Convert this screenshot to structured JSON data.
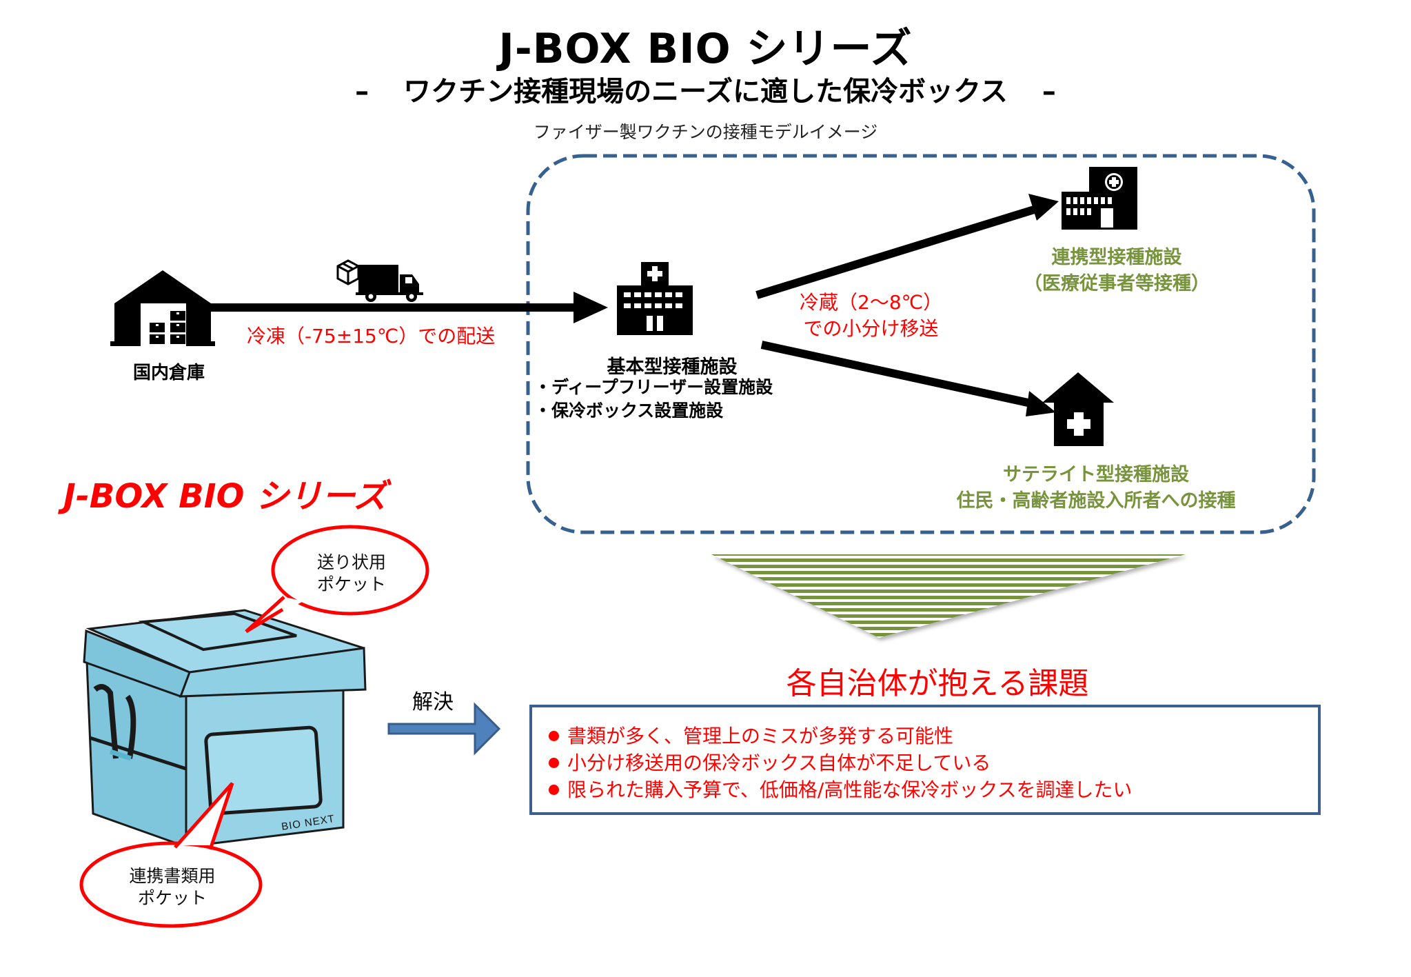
{
  "header": {
    "title": "J-BOX BIO シリーズ",
    "subtitle_dash_left": "–",
    "subtitle": "ワクチン接種現場のニーズに適した保冷ボックス",
    "subtitle_dash_right": "–",
    "caption": "ファイザー製ワクチンの接種モデルイメージ"
  },
  "flow": {
    "warehouse": {
      "icon": "warehouse-icon",
      "label": "国内倉庫"
    },
    "transport": {
      "icons": [
        "package-icon",
        "truck-icon"
      ],
      "label": "冷凍（-75±15℃）での配送"
    },
    "hub": {
      "icon": "hospital-icon",
      "title": "基本型接種施設",
      "items": [
        "・ディープフリーザー設置施設",
        "・保冷ボックス設置施設"
      ]
    },
    "chill_transfer": {
      "line1": "冷蔵（2〜8℃）",
      "line2": "での小分け移送"
    },
    "linked_facility": {
      "icon": "clinic-icon",
      "line1": "連携型接種施設",
      "line2": "（医療従事者等接種）"
    },
    "satellite_facility": {
      "icon": "medical-house-icon",
      "line1": "サテライト型接種施設",
      "line2": "住民・高齢者施設入所者への接種"
    }
  },
  "product": {
    "series_label": "J-BOX BIO シリーズ",
    "brand_print": "BIO NEXT",
    "callout_top": {
      "line1": "送り状用",
      "line2": "ポケット"
    },
    "callout_bottom": {
      "line1": "連携書類用",
      "line2": "ポケット"
    }
  },
  "solve_label": "解決",
  "issues": {
    "title": "各自治体が抱える課題",
    "items": [
      "書類が多く、管理上のミスが多発する可能性",
      "小分け移送用の保冷ボックス自体が不足している",
      "限られた購入予算で、低価格/高性能な保冷ボックスを調達したい"
    ]
  },
  "colors": {
    "accent_red": "#ff0000",
    "facility_green": "#77933c",
    "dashed_border": "#35608f",
    "solve_arrow": "#4f81bd",
    "box_blue": "#8dcde0"
  }
}
